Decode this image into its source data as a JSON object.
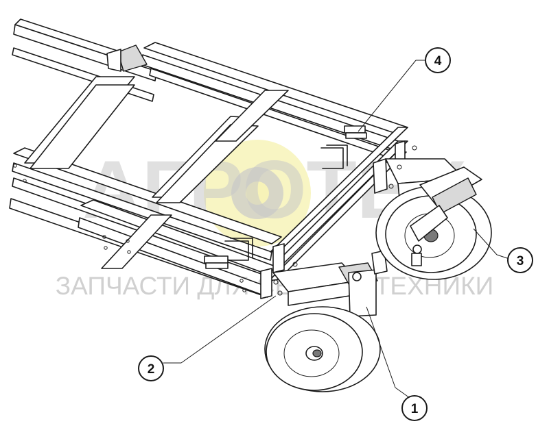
{
  "watermark": {
    "brand": "АГРОТЕХ",
    "tagline": "ЗАПЧАСТИ ДЛЯ СЕЛЬХОЗТЕХНИКИ",
    "text_color": "#c8c8c8",
    "gear_color": "#f5f0a0"
  },
  "callouts": [
    {
      "id": "1",
      "label": "1",
      "part": "left wheel assembly"
    },
    {
      "id": "2",
      "label": "2",
      "part": "left wheel bracket bolts"
    },
    {
      "id": "3",
      "label": "3",
      "part": "right wheel assembly"
    },
    {
      "id": "4",
      "label": "4",
      "part": "U-bolt clamp"
    }
  ]
}
